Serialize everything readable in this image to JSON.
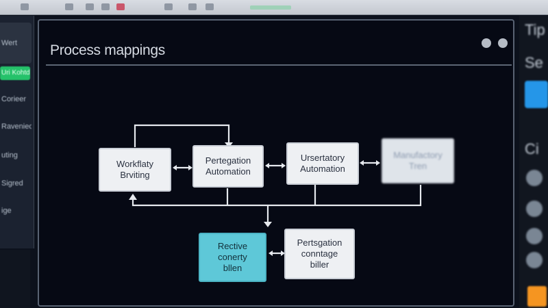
{
  "sidebar": {
    "items": [
      {
        "label": "Wert"
      },
      {
        "label": "Uri Kohtd"
      },
      {
        "label": "Corieer"
      },
      {
        "label": "Ravenied"
      },
      {
        "label": "uting"
      },
      {
        "label": "Sigred"
      },
      {
        "label": "ige"
      }
    ]
  },
  "main": {
    "title": "Process mappings"
  },
  "flow": {
    "nodes": [
      {
        "line1": "Workflaty",
        "line2": "Brviting",
        "style": "white"
      },
      {
        "line1": "Pertegation",
        "line2": "Automation",
        "style": "white"
      },
      {
        "line1": "Ursertatory",
        "line2": "Automation",
        "style": "white"
      },
      {
        "line1": "Manufactory",
        "line2": "Tren",
        "style": "faded"
      },
      {
        "line1": "Rective",
        "line2": "conerty",
        "line3": "bllen",
        "style": "cyan"
      },
      {
        "line1": "Pertsgation",
        "line2": "conntage",
        "line3": "biller",
        "style": "white"
      }
    ]
  },
  "right_sidebar": {
    "heading_1": "Tip",
    "heading_2": "Se",
    "heading_3": "Ci"
  },
  "colors": {
    "background": "#060914",
    "active_tab": "#25c26a",
    "highlight_node": "#5ec8d8",
    "accent_blue": "#2596e8",
    "accent_orange": "#f59521"
  }
}
